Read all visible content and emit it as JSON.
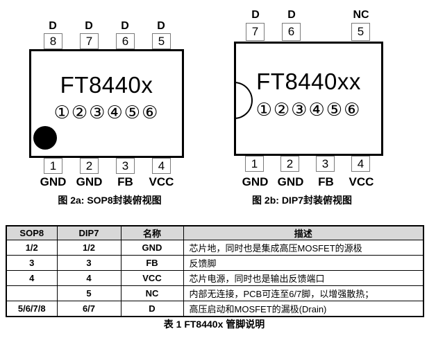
{
  "colors": {
    "background": "#ffffff",
    "line": "#000000",
    "pin_border": "#7a7a7a",
    "table_header_bg": "#d8d8d8"
  },
  "sop8": {
    "chip_label": "FT8440x",
    "pin_circles": "①②③④⑤⑥",
    "top_pins": [
      {
        "label": "D",
        "num": "8"
      },
      {
        "label": "D",
        "num": "7"
      },
      {
        "label": "D",
        "num": "6"
      },
      {
        "label": "D",
        "num": "5"
      }
    ],
    "bottom_pins": [
      {
        "num": "1",
        "label": "GND"
      },
      {
        "num": "2",
        "label": "GND"
      },
      {
        "num": "3",
        "label": "FB"
      },
      {
        "num": "4",
        "label": "VCC"
      }
    ],
    "caption": "图 2a: SOP8封装俯视图"
  },
  "dip7": {
    "chip_label": "FT8440xx",
    "pin_circles": "①②③④⑤⑥",
    "top_pins": [
      {
        "label": "D",
        "num": "7"
      },
      {
        "label": "D",
        "num": "6"
      },
      {
        "label": "NC",
        "num": "5"
      }
    ],
    "bottom_pins": [
      {
        "num": "1",
        "label": "GND"
      },
      {
        "num": "2",
        "label": "GND"
      },
      {
        "num": "3",
        "label": "FB"
      },
      {
        "num": "4",
        "label": "VCC"
      }
    ],
    "caption": "图 2b: DIP7封装俯视图"
  },
  "pin_table": {
    "headers": [
      "SOP8",
      "DIP7",
      "名称",
      "描述"
    ],
    "rows": [
      [
        "1/2",
        "1/2",
        "GND",
        "芯片地，同时也是集成高压MOSFET的源极"
      ],
      [
        "3",
        "3",
        "FB",
        "反馈脚"
      ],
      [
        "4",
        "4",
        "VCC",
        "芯片电源，同时也是输出反馈端口"
      ],
      [
        "",
        "5",
        "NC",
        "内部无连接，PCB可连至6/7脚，以增强散热；"
      ],
      [
        "5/6/7/8",
        "6/7",
        "D",
        "高压启动和MOSFET的漏极(Drain)"
      ]
    ],
    "caption": "表 1 FT8440x 管脚说明"
  }
}
